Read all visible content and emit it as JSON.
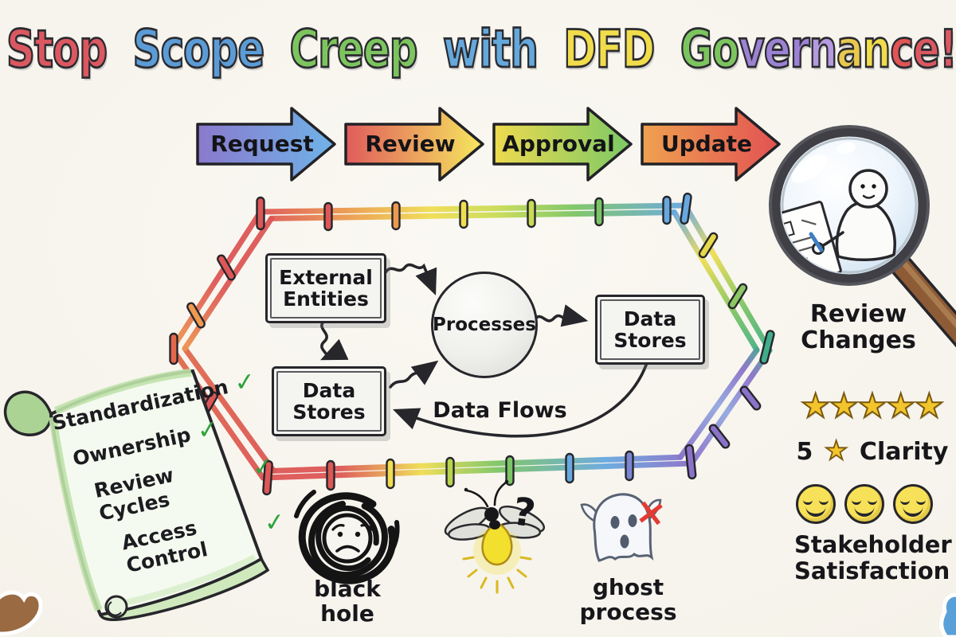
{
  "title": {
    "words": [
      {
        "text": "Stop",
        "color": "#db5860"
      },
      {
        "text": "Scope",
        "color": "#5b9cd6"
      },
      {
        "text": "Creep",
        "color": "#7cc55e"
      },
      {
        "text": "with",
        "color": "#64a8dc"
      },
      {
        "text": "DFD",
        "color": "#f1dc4b"
      },
      {
        "text": "Governance!",
        "letter_colors": [
          "#7cc55e",
          "#7cc55e",
          "#9c82d4",
          "#9c82d4",
          "#9c82d4",
          "#b49ade",
          "#e8c94e",
          "#f1dc4b",
          "#e05555",
          "#db5860",
          "#db5860"
        ]
      }
    ]
  },
  "workflow": {
    "steps": [
      {
        "label": "Request",
        "gradient": [
          "#8a79cc",
          "#6fb3e8"
        ]
      },
      {
        "label": "Review",
        "gradient": [
          "#e05c5c",
          "#f6e75e"
        ]
      },
      {
        "label": "Approval",
        "gradient": [
          "#eeda4e",
          "#7cc966"
        ]
      },
      {
        "label": "Update",
        "gradient": [
          "#efa150",
          "#e25252"
        ]
      }
    ]
  },
  "dfd": {
    "external_entities": "External\nEntities",
    "processes": "Processes",
    "data_stores_right": "Data\nStores",
    "data_stores_left": "Data\nStores",
    "data_flows": "Data Flows"
  },
  "review": {
    "label": "Review\nChanges"
  },
  "clarity": {
    "stars": 5,
    "score": "5",
    "star_icon": "★",
    "label": "Clarity"
  },
  "satisfaction": {
    "faces": 3,
    "label": "Stakeholder\nSatisfaction"
  },
  "governance_checklist": {
    "check_icon": "✓",
    "items": [
      "Standardization",
      "Ownership",
      "Review Cycles",
      "Access Control"
    ]
  },
  "pitfalls": {
    "black_hole": {
      "label": "black\nhole"
    },
    "unknown_flow": {
      "icon": "firefly",
      "question_mark": "?"
    },
    "ghost_process": {
      "label": "ghost\nprocess",
      "x_icon": "×"
    }
  },
  "palette": {
    "red": "#dd5757",
    "orange": "#ec9a4e",
    "yellow": "#f0dd52",
    "olive": "#c8dc55",
    "green": "#7cc565",
    "blue": "#67a8df",
    "purple": "#8b72c9",
    "teal": "#3fae8a",
    "ink": "#26262b",
    "paper": "#f7f5ef",
    "check_green": "#2ea23a",
    "star_gold": "#f2c52c",
    "smiley_yellow": "#f6e159",
    "ghost_x_red": "#e23b34",
    "handle_brown": "#8d5b36",
    "glass_blue": "#eaf3fb",
    "pen_blue": "#3d7fc4",
    "firefly_yellow": "#f3df2e",
    "scroll_green": "#cfe9bd"
  }
}
